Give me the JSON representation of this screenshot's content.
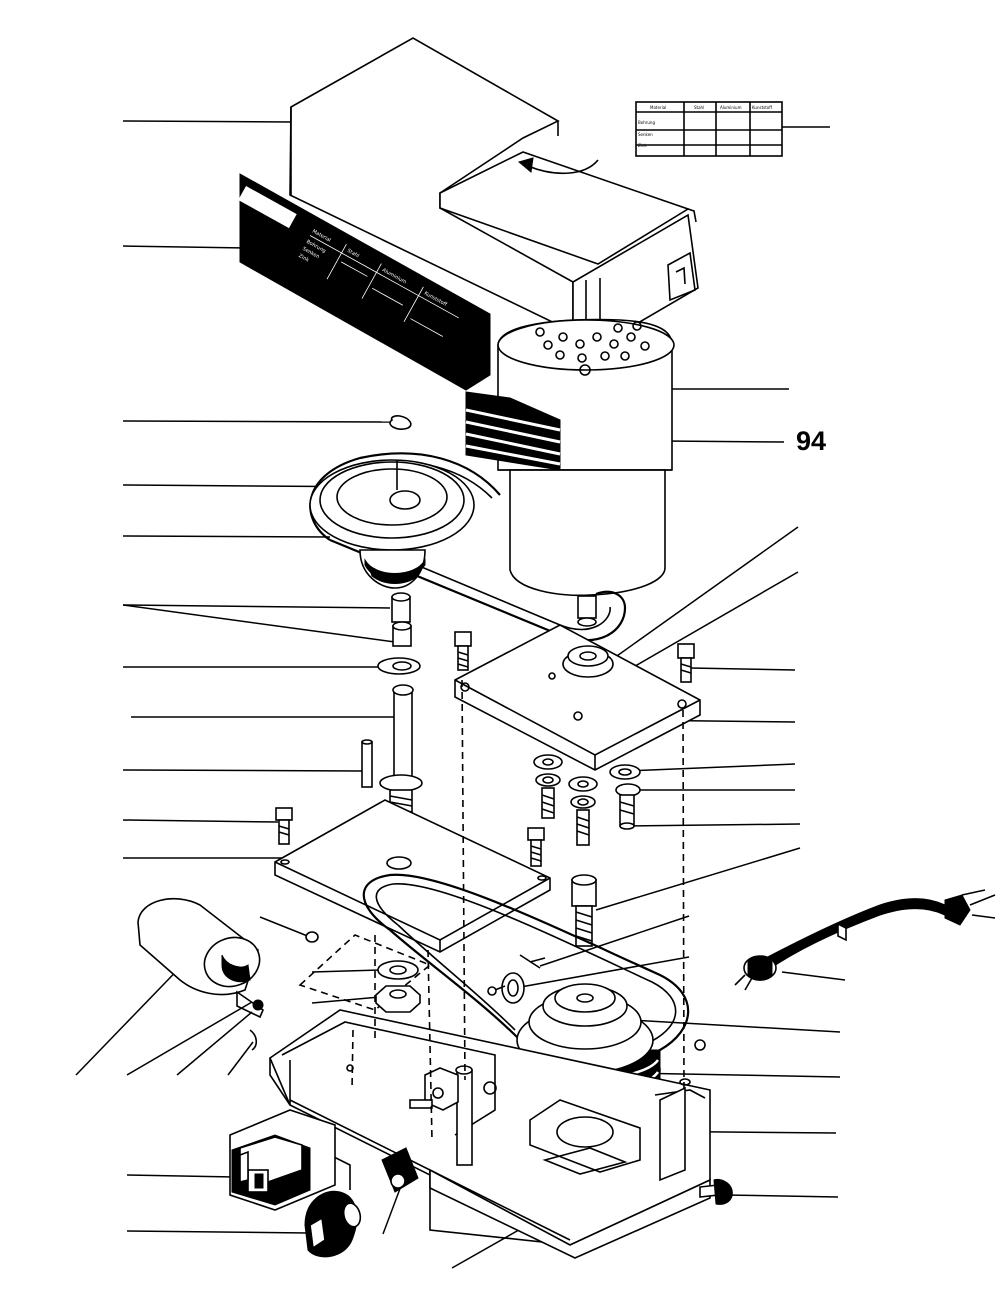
{
  "part_number_label": "94",
  "speed_table_small": {
    "headers": [
      "Material",
      "Stahl",
      "Aluminium",
      "Kunststoff"
    ],
    "rows": [
      "Bohrung",
      "Senken",
      "Zink"
    ]
  },
  "speed_table_large": {
    "headers": [
      "Material",
      "Stahl",
      "Aluminium",
      "Kunststoff"
    ],
    "rows": [
      "Bohrung",
      "Senken",
      "Zink"
    ]
  }
}
